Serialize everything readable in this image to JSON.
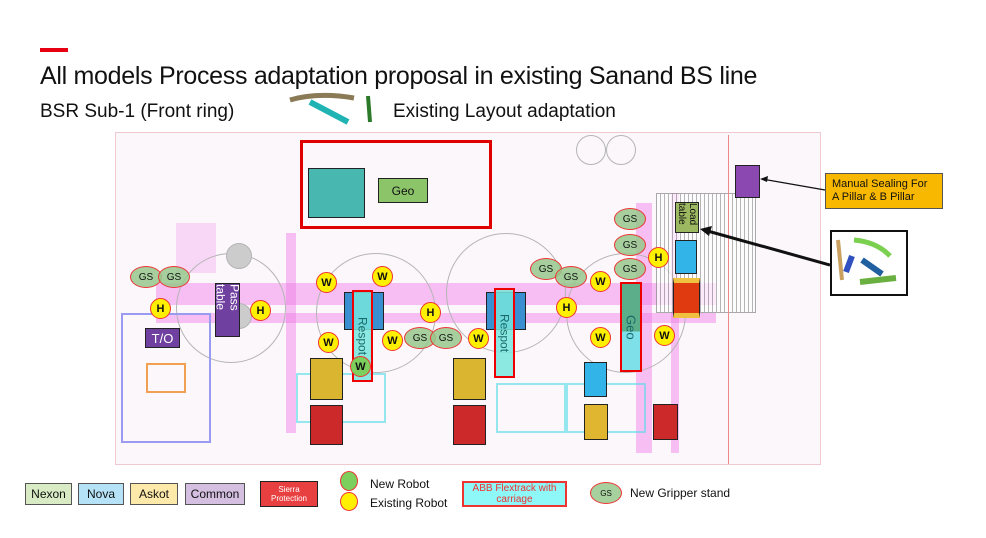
{
  "title": "All models Process adaptation proposal in existing Sanand BS line",
  "subtitle_left": "BSR Sub-1 (Front ring)",
  "subtitle_right": "Existing Layout adaptation",
  "layout": {
    "geo_top": "Geo",
    "pass_table": "Pass table",
    "to": "T/O",
    "respot": "Respot",
    "geo": "Geo",
    "load_table": "Load table",
    "gs": "GS",
    "h": "H",
    "w": "W"
  },
  "callout": {
    "manual_sealing": "Manual Sealing For A Pillar & B Pillar"
  },
  "legend": {
    "nexon": "Nexon",
    "nova": "Nova",
    "askot": "Askot",
    "common": "Common",
    "sierra": "Sierra Protection",
    "new_robot": "New Robot",
    "existing_robot": "Existing Robot",
    "abb": "ABB Flextrack with carriage",
    "gs": "GS",
    "new_gripper": "New Gripper stand"
  },
  "colors": {
    "accent": "#e60012",
    "nexon": "#d8ebc4",
    "nova": "#b6e2f7",
    "askot": "#fde9a9",
    "common": "#d4bfe0",
    "sierra": "#e84040",
    "existing_robot": "#ffef00",
    "new_robot": "#7ccf5c",
    "abb": "#8ef7f7",
    "callout": "#f8b800"
  }
}
